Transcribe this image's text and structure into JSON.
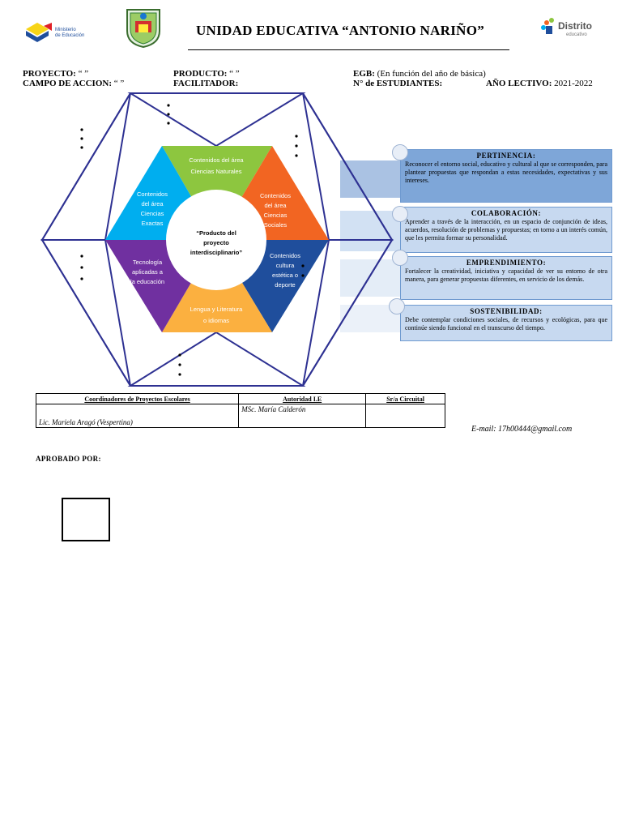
{
  "header": {
    "school_title": "UNIDAD EDUCATIVA “ANTONIO NARIÑO”",
    "logo_left_text": [
      "Ministerio",
      "de Educación"
    ],
    "logo_right_text": [
      "Distrito",
      "educativo"
    ]
  },
  "fields": {
    "proyecto_label": "PROYECTO:",
    "proyecto_value": "“        ”",
    "producto_label": "PRODUCTO:",
    "producto_value": "“        ”",
    "egb_label": "EGB:",
    "egb_value": "(En función del año de básica)",
    "campo_label": "CAMPO DE ACCION:",
    "campo_value": "“       ”",
    "facilitador_label": "FACILITADOR:",
    "estudiantes_label": "N° de ESTUDIANTES:",
    "lectivo_label": "AÑO LECTIVO:",
    "lectivo_value": "2021-2022"
  },
  "diagram": {
    "center": [
      "“Producto del",
      "proyecto",
      "interdisciplinario”"
    ],
    "segments": [
      {
        "lines": [
          "Contenidos del área",
          "Ciencias Naturales"
        ],
        "color": "#8dc63f"
      },
      {
        "lines": [
          "Contenidos",
          "del área",
          "Ciencias",
          "Sociales"
        ],
        "color": "#f26522"
      },
      {
        "lines": [
          "Contenidos",
          "cultura",
          "estética o",
          "deporte"
        ],
        "color": "#1f4e9c"
      },
      {
        "lines": [
          "Lengua y Literatura",
          "o idiomas"
        ],
        "color": "#fbb040"
      },
      {
        "lines": [
          "Tecnología",
          "aplicadas a",
          "la educación"
        ],
        "color": "#7030a0"
      },
      {
        "lines": [
          "Contenidos",
          "del área",
          "Ciencias",
          "Exactas"
        ],
        "color": "#00aeef"
      }
    ],
    "outline_color": "#2e3192"
  },
  "boxes": [
    {
      "title": "PERTINENCIA",
      "text": "Reconocer el entorno social, educativo y cultural al que se corresponden, para plantear propuestas que respondan a estas necesidades, expectativas y sus intereses."
    },
    {
      "title": "COLABORACIÓN",
      "text": "Aprender a través de la interacción, en un espacio de conjunción de ideas, acuerdos, resolución de problemas y propuestas; en torno a un interés común, que les permita formar su personalidad."
    },
    {
      "title": "EMPRENDIMIENTO",
      "text": "Fortalecer la creatividad, iniciativa y capacidad de ver su entorno de otra manera, para generar propuestas diferentes, en servicio de los demás."
    },
    {
      "title": "SOSTENIBILIDAD",
      "text": "Debe contemplar condiciones sociales, de recursos y ecológicas, para que continúe siendo funcional en el transcurso del tiempo."
    }
  ],
  "table": {
    "headers": [
      "Coordinadores de Proyectos Escolares",
      "Autoridad I.E",
      "Sr/a Circuital"
    ],
    "cells": [
      "Lic. Mariela Aragó (Vespertina)",
      "MSc. María Calderón",
      ""
    ]
  },
  "email": "E-mail: 17h00444@gmail.com",
  "aprobado": "APROBADO POR:"
}
